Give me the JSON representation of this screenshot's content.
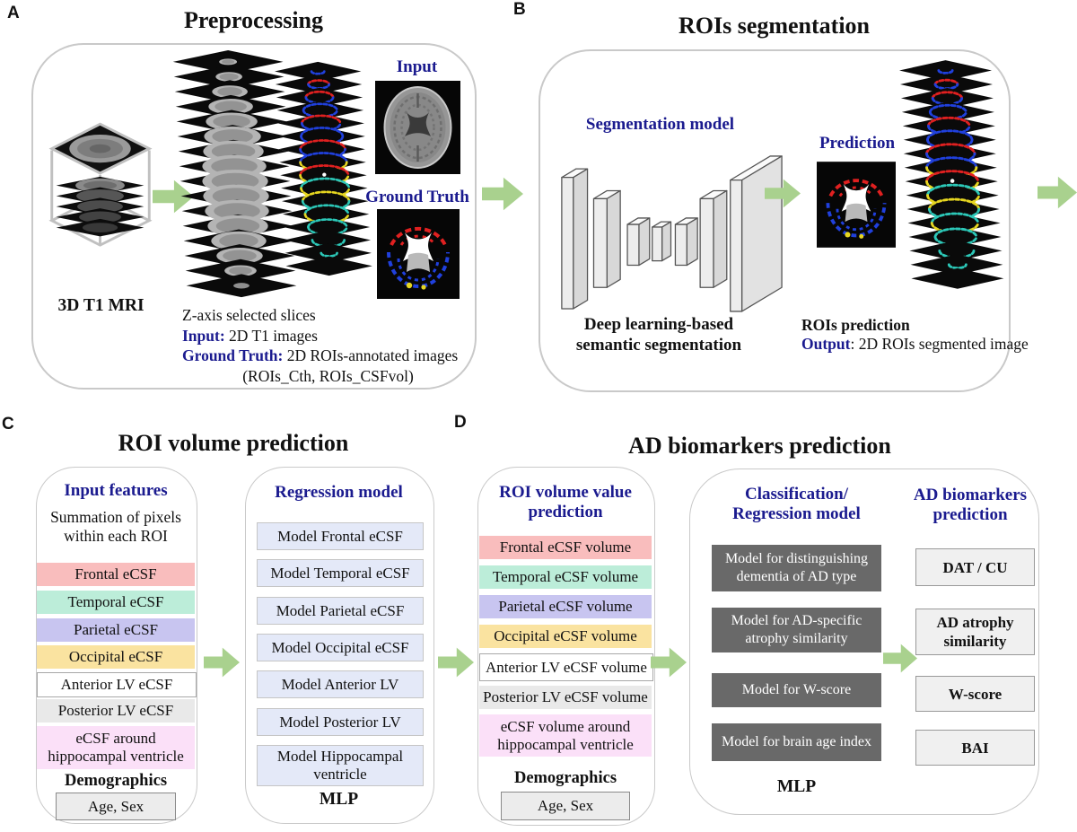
{
  "colors": {
    "accent_navy": "#1b1b8f",
    "arrow_green": "#A9D18E",
    "panel_border_gray": "#c9c9c9",
    "model_box_blue": "#E4E9F8",
    "dark_model_gray": "#696969",
    "output_box_gray": "#F0F0F0",
    "seg_red": "#E02020",
    "seg_blue": "#2040DD",
    "seg_yellow": "#E6D620",
    "seg_cyan": "#2CC8B8"
  },
  "panelA": {
    "letter": "A",
    "title": "Preprocessing",
    "mri_label": "3D T1 MRI",
    "caption_line1": "Z-axis selected slices",
    "input_prefix": "Input:",
    "input_rest": " 2D T1 images",
    "gt_prefix": "Ground Truth:",
    "gt_rest": " 2D ROIs-annotated images",
    "caption_line4": "(ROIs_Cth, ROIs_CSFvol)",
    "input_image_label": "Input",
    "gt_image_label": "Ground Truth"
  },
  "panelB": {
    "letter": "B",
    "title": "ROIs segmentation",
    "model_title": "Segmentation model",
    "model_caption_line1": "Deep learning-based",
    "model_caption_line2": "semantic segmentation",
    "prediction_label": "Prediction",
    "result_title": "ROIs prediction",
    "output_prefix": "Output",
    "output_rest": ": 2D ROIs segmented image"
  },
  "panelC": {
    "letter": "C",
    "title": "ROI volume prediction",
    "input_box": {
      "header": "Input features",
      "subheader_line1": "Summation of pixels",
      "subheader_line2": "within each ROI",
      "rows": [
        {
          "label": "Frontal eCSF",
          "color": "#F9BDBD"
        },
        {
          "label": "Temporal eCSF",
          "color": "#BCEDD9"
        },
        {
          "label": "Parietal eCSF",
          "color": "#C8C5F0"
        },
        {
          "label": "Occipital eCSF",
          "color": "#FAE3A0"
        },
        {
          "label": "Anterior LV eCSF",
          "color": "#FFFFFF"
        },
        {
          "label": "Posterior LV eCSF",
          "color": "#E9E9E9"
        },
        {
          "label": "eCSF around hippocampal ventricle",
          "color": "#FBE0F8"
        }
      ],
      "demographics_label": "Demographics",
      "demographics_value": "Age, Sex"
    },
    "model_box": {
      "header": "Regression model",
      "models": [
        "Model Frontal eCSF",
        "Model Temporal eCSF",
        "Model Parietal eCSF",
        "Model Occipital eCSF",
        "Model Anterior LV",
        "Model Posterior LV",
        "Model Hippocampal ventricle"
      ],
      "footer": "MLP"
    }
  },
  "panelD": {
    "letter": "D",
    "title": "AD biomarkers prediction",
    "volume_box": {
      "header_line1": "ROI volume value",
      "header_line2": "prediction",
      "rows": [
        {
          "label": "Frontal eCSF volume",
          "color": "#F9BDBD"
        },
        {
          "label": "Temporal eCSF volume",
          "color": "#BCEDD9"
        },
        {
          "label": "Parietal eCSF volume",
          "color": "#C8C5F0"
        },
        {
          "label": "Occipital eCSF volume",
          "color": "#FAE3A0"
        },
        {
          "label": "Anterior LV eCSF volume",
          "color": "#FFFFFF"
        },
        {
          "label": "Posterior LV eCSF volume",
          "color": "#E9E9E9"
        },
        {
          "label": "eCSF volume around hippocampal ventricle",
          "color": "#FBE0F8"
        }
      ],
      "demographics_label": "Demographics",
      "demographics_value": "Age, Sex"
    },
    "model_box": {
      "header_line1": "Classification/",
      "header_line2": "Regression model",
      "models": [
        "Model for distinguishing dementia of AD type",
        "Model for AD-specific atrophy similarity",
        "Model for W-score",
        "Model for brain age index"
      ],
      "footer": "MLP",
      "output_header_line1": "AD biomarkers",
      "output_header_line2": "prediction",
      "outputs": [
        "DAT / CU",
        "AD atrophy similarity",
        "W-score",
        "BAI"
      ]
    }
  }
}
